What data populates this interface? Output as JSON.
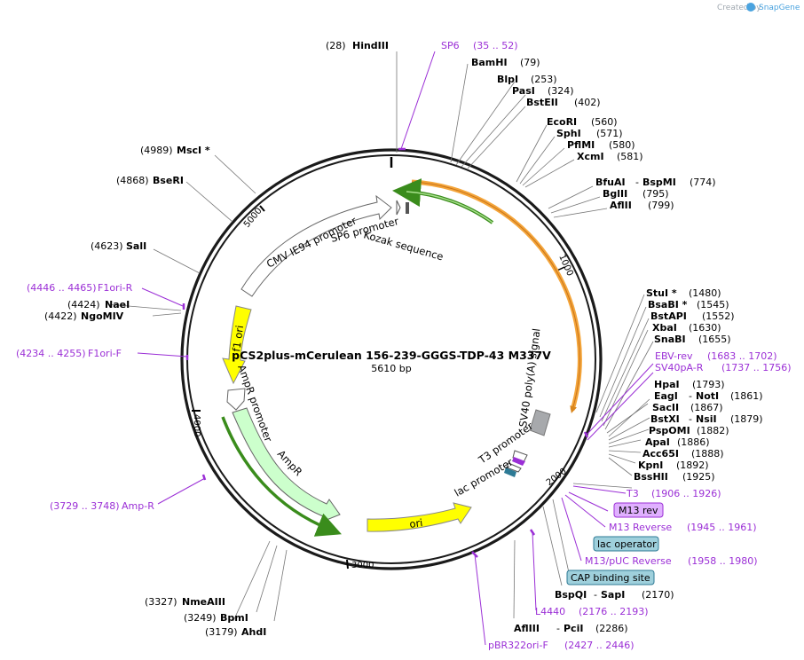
{
  "watermark": {
    "prefix": "Created by",
    "brand": "SnapGene"
  },
  "map": {
    "name": "pCS2plus-mCerulean 156-239-GGGS-TDP-43 M337V",
    "length_label": "5610 bp"
  },
  "ticks": [
    "1000",
    "2000",
    "3000",
    "4000",
    "5000"
  ],
  "features": {
    "cmv": "CMV IE94 promoter",
    "sp6prom": "SP6 promoter",
    "kozak": "Kozak sequence",
    "f1ori": "f1 ori",
    "ampr_prom": "AmpR promoter",
    "ampr": "AmpR",
    "ori": "ori",
    "sv40": "SV40 poly(A) signal",
    "t3prom": "T3 promoter",
    "lacprom": "lac promoter"
  },
  "sites": {
    "hindiii": {
      "name": "HindIII",
      "pos": "(28)"
    },
    "sp6": {
      "name": "SP6",
      "pos": "(35 .. 52)"
    },
    "bamhi": {
      "name": "BamHI",
      "pos": "(79)"
    },
    "blpi": {
      "name": "BlpI",
      "pos": "(253)"
    },
    "pasi": {
      "name": "PasI",
      "pos": "(324)"
    },
    "bsteii": {
      "name": "BstEII",
      "pos": "(402)"
    },
    "ecori": {
      "name": "EcoRI",
      "pos": "(560)"
    },
    "sphi": {
      "name": "SphI",
      "pos": "(571)"
    },
    "pflmi": {
      "name": "PflMI",
      "pos": "(580)"
    },
    "xcmi": {
      "name": "XcmI",
      "pos": "(581)"
    },
    "bfuai": {
      "name": "BfuAI",
      "sep": "-",
      "name2": "BspMI",
      "pos": "(774)"
    },
    "bglii": {
      "name": "BglII",
      "pos": "(795)"
    },
    "aflii": {
      "name": "AflII",
      "pos": "(799)"
    },
    "stui": {
      "name": "StuI *",
      "pos": "(1480)"
    },
    "bsabi": {
      "name": "BsaBI *",
      "pos": "(1545)"
    },
    "bstapi": {
      "name": "BstAPI",
      "pos": "(1552)"
    },
    "xbai": {
      "name": "XbaI",
      "pos": "(1630)"
    },
    "snabi": {
      "name": "SnaBI",
      "pos": "(1655)"
    },
    "ebvrev": {
      "name": "EBV-rev",
      "pos": "(1683 .. 1702)"
    },
    "sv40pa": {
      "name": "SV40pA-R",
      "pos": "(1737 .. 1756)"
    },
    "hpai": {
      "name": "HpaI",
      "pos": "(1793)"
    },
    "eagi": {
      "name": "EagI",
      "sep": "-",
      "name2": "NotI",
      "pos": "(1861)"
    },
    "sacii": {
      "name": "SacII",
      "pos": "(1867)"
    },
    "bstxi": {
      "name": "BstXI",
      "sep": "-",
      "name2": "NsiI",
      "pos": "(1879)"
    },
    "pspomi": {
      "name": "PspOMI",
      "pos": "(1882)"
    },
    "apai": {
      "name": "ApaI",
      "pos": "(1886)"
    },
    "acc65i": {
      "name": "Acc65I",
      "pos": "(1888)"
    },
    "kpni": {
      "name": "KpnI",
      "pos": "(1892)"
    },
    "bsshii": {
      "name": "BssHII",
      "pos": "(1925)"
    },
    "t3": {
      "name": "T3",
      "pos": "(1906 .. 1926)"
    },
    "m13rev_box": {
      "name": "M13 rev"
    },
    "m13reverse": {
      "name": "M13 Reverse",
      "pos": "(1945 .. 1961)"
    },
    "lacop_box": {
      "name": "lac operator"
    },
    "m13puc": {
      "name": "M13/pUC Reverse",
      "pos": "(1958 .. 1980)"
    },
    "cap_box": {
      "name": "CAP binding site"
    },
    "bspqi": {
      "name": "BspQI",
      "sep": "-",
      "name2": "SapI",
      "pos": "(2170)"
    },
    "l4440": {
      "name": "L4440",
      "pos": "(2176 .. 2193)"
    },
    "afliii": {
      "name": "AflIII",
      "sep": "-",
      "name2": "PciI",
      "pos": "(2286)"
    },
    "pbr322": {
      "name": "pBR322ori-F",
      "pos": "(2427 .. 2446)"
    },
    "ahdi": {
      "name": "AhdI",
      "pos": "(3179)"
    },
    "bpmi": {
      "name": "BpmI",
      "pos": "(3249)"
    },
    "nmeaiii": {
      "name": "NmeAIII",
      "pos": "(3327)"
    },
    "ampR_primer": {
      "name": "Amp-R",
      "pos": "(3729 .. 3748)"
    },
    "f1orif": {
      "name": "F1ori-F",
      "pos": "(4234 .. 4255)"
    },
    "ngomiv": {
      "name": "NgoMIV",
      "pos": "(4422)"
    },
    "naei": {
      "name": "NaeI",
      "pos": "(4424)"
    },
    "f1orir": {
      "name": "F1ori-R",
      "pos": "(4446 .. 4465)"
    },
    "sali": {
      "name": "SalI",
      "pos": "(4623)"
    },
    "bseri": {
      "name": "BseRI",
      "pos": "(4868)"
    },
    "msci": {
      "name": "MscI *",
      "pos": "(4989)"
    }
  },
  "colors": {
    "ring": "#1a1a1a",
    "cmv": "#ffffff",
    "f1ori": "#ffff00",
    "ori": "#ffff00",
    "ampr": "#ccffcc",
    "sv40": "#a7a9ac",
    "orange_arc": "#f4a53a",
    "green_arc": "#3a8c1c",
    "primer": "#9b2fd6",
    "box_fill": "#9fd0dc"
  }
}
